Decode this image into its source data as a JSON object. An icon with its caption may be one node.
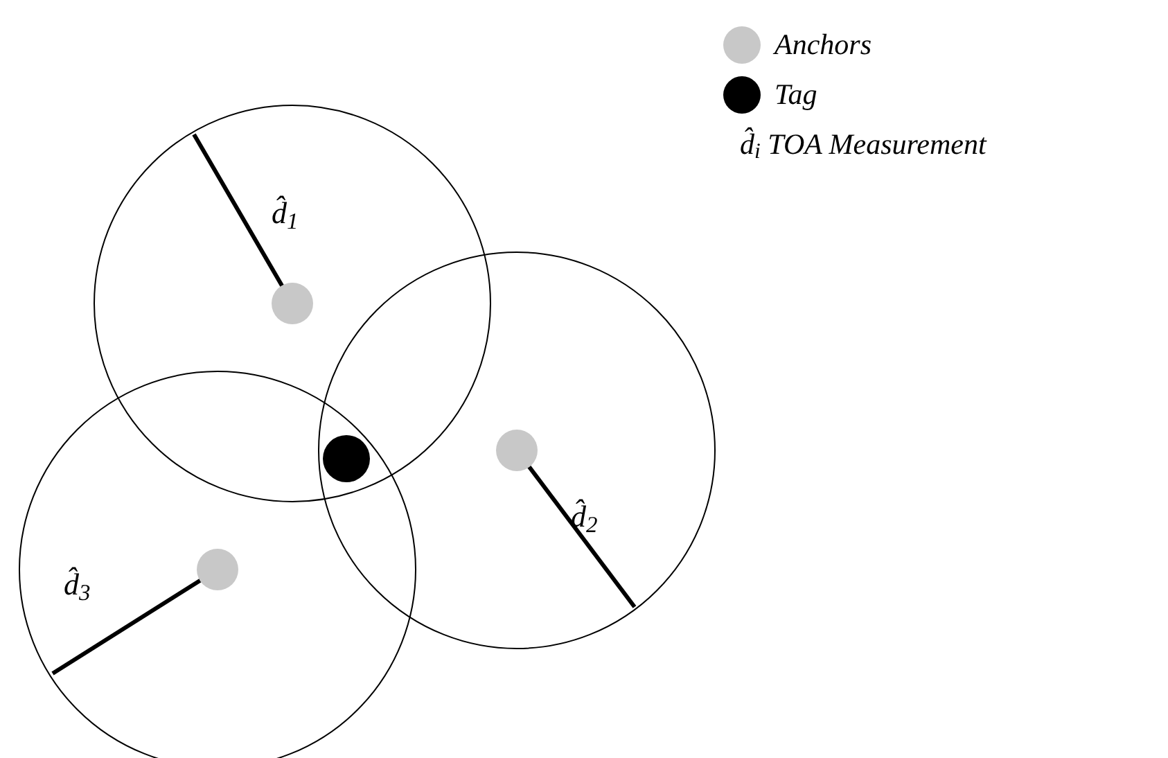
{
  "diagram": {
    "labels": [
      "d̂$_{1}$",
      "d̂$_{2}$",
      "d̂$_{3}$"
    ],
    "legend": [
      {
        "text": "Anchors",
        "color": "#c8c8c8"
      },
      {
        "text": "Tag",
        "color": "#000000"
      },
      {
        "text": "d̂$_{i}$ TOA Measurement"
      }
    ]
  }
}
